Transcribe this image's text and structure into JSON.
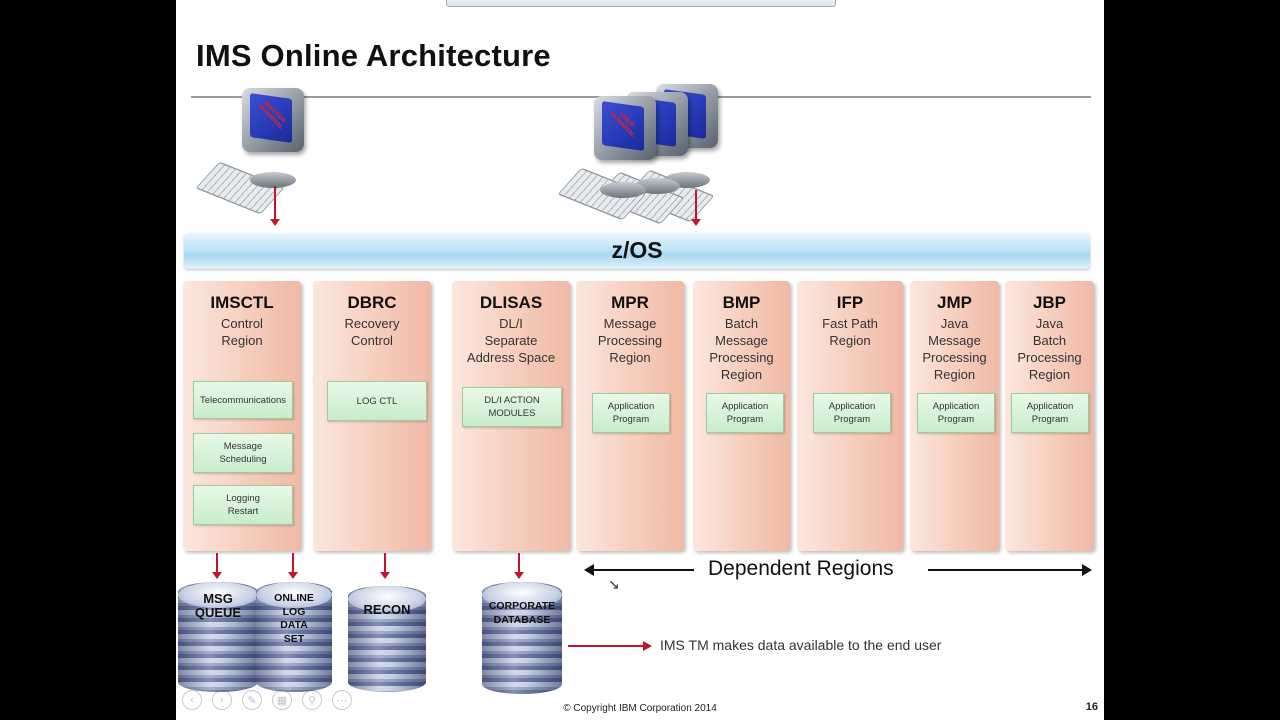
{
  "slide": {
    "title": "IMS Online Architecture",
    "os_label": "z/OS",
    "master_terminal": "MASTER TERMINAL",
    "user_terminal": "USER TERMINAL",
    "regions": [
      {
        "name": "IMSCTL",
        "desc": "Control\nRegion",
        "modules": [
          "Telecommunications",
          "Message\nScheduling",
          "Logging\nRestart"
        ]
      },
      {
        "name": "DBRC",
        "desc": "Recovery\nControl",
        "modules": [
          "LOG CTL"
        ]
      },
      {
        "name": "DLISAS",
        "desc": "DL/I\nSeparate\nAddress Space",
        "modules": [
          "DL/I ACTION\nMODULES"
        ]
      },
      {
        "name": "MPR",
        "desc": "Message\nProcessing\nRegion",
        "modules": [
          "Application\nProgram"
        ]
      },
      {
        "name": "BMP",
        "desc": "Batch\nMessage\nProcessing\nRegion",
        "modules": [
          "Application\nProgram"
        ]
      },
      {
        "name": "IFP",
        "desc": "Fast Path\nRegion",
        "modules": [
          "Application\nProgram"
        ]
      },
      {
        "name": "JMP",
        "desc": "Java\nMessage\nProcessing\nRegion",
        "modules": [
          "Application\nProgram"
        ]
      },
      {
        "name": "JBP",
        "desc": "Java\nBatch\nProcessing\nRegion",
        "modules": [
          "Application\nProgram"
        ]
      }
    ],
    "datasets": [
      "MSG\nQUEUE",
      "ONLINE\nLOG\nDATA\nSET",
      "RECON",
      "CORPORATE\nDATABASE"
    ],
    "dependent_regions": "Dependent Regions",
    "note": "IMS TM makes data available to the end user",
    "copyright": "© Copyright IBM Corporation 2014",
    "page_number": "16"
  }
}
